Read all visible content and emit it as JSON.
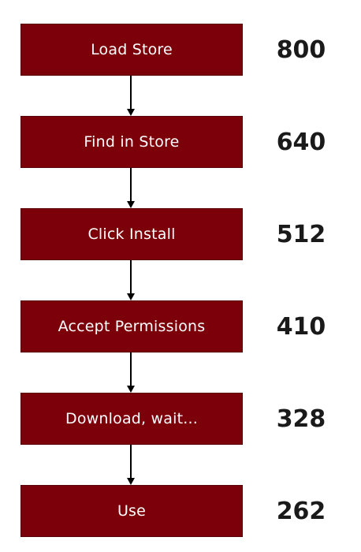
{
  "steps": [
    {
      "label": "Load Store",
      "value": "800"
    },
    {
      "label": "Find in Store",
      "value": "640"
    },
    {
      "label": "Click Install",
      "value": "512"
    },
    {
      "label": "Accept Permissions",
      "value": "410"
    },
    {
      "label": "Download, wait...",
      "value": "328"
    },
    {
      "label": "Use",
      "value": "262"
    }
  ],
  "colors": {
    "box_fill": "#7b0009",
    "box_text": "#ffffff",
    "value_text": "#1a1a1a",
    "arrow": "#000000"
  }
}
